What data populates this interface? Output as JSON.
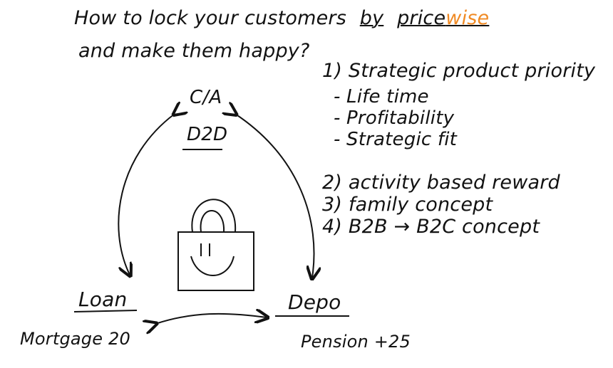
{
  "title": {
    "line1_prefix": "How to lock your customers",
    "by": "by",
    "brand_main": "price",
    "brand_accent": "wise",
    "line2": "and make them happy?"
  },
  "list": {
    "item1": "1) Strategic product priority",
    "sub": [
      "- Life time",
      "- Profitability",
      "- Strategic fit"
    ],
    "item2": "2) activity based reward",
    "item3": "3) family concept",
    "item4": "4) B2B → B2C concept"
  },
  "diagram": {
    "top_label_1": "C/A",
    "top_label_2": "D2D",
    "left_label": "Loan",
    "left_sub": "Mortgage 20",
    "right_label": "Depo",
    "right_sub": "Pension +25"
  },
  "colors": {
    "ink": "#121212",
    "accent": "#f08a24"
  },
  "icons": [
    "padlock-smiley-icon"
  ]
}
